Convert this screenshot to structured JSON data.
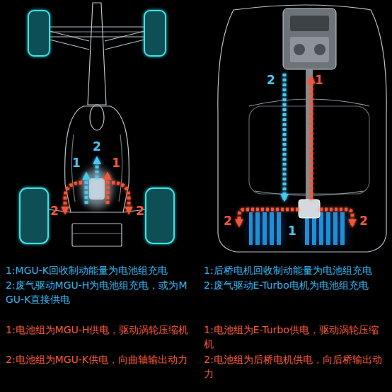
{
  "diagram": {
    "labels": [
      "2",
      "1",
      "1",
      "2",
      "2",
      "2",
      "1",
      "2",
      "2",
      "1",
      "1:MGU-K回收制动能量为电池组充电",
      "2:废气驱动MGU-H为电池组充电，或为MGU-K直接供电",
      "1:电池组为MGU-H供电，驱动涡轮压缩机",
      "2:电池组为MGU-K供电，向曲轴输出动力",
      "1:后桥电机回收制动能量为电池组充电",
      "2:废气驱动E-Turbo电机为电池组充电",
      "1:电池组为E-Turbo供电，驱动涡轮压缩机",
      "2:电池组为后桥电机供电，向后桥输出动力"
    ]
  }
}
